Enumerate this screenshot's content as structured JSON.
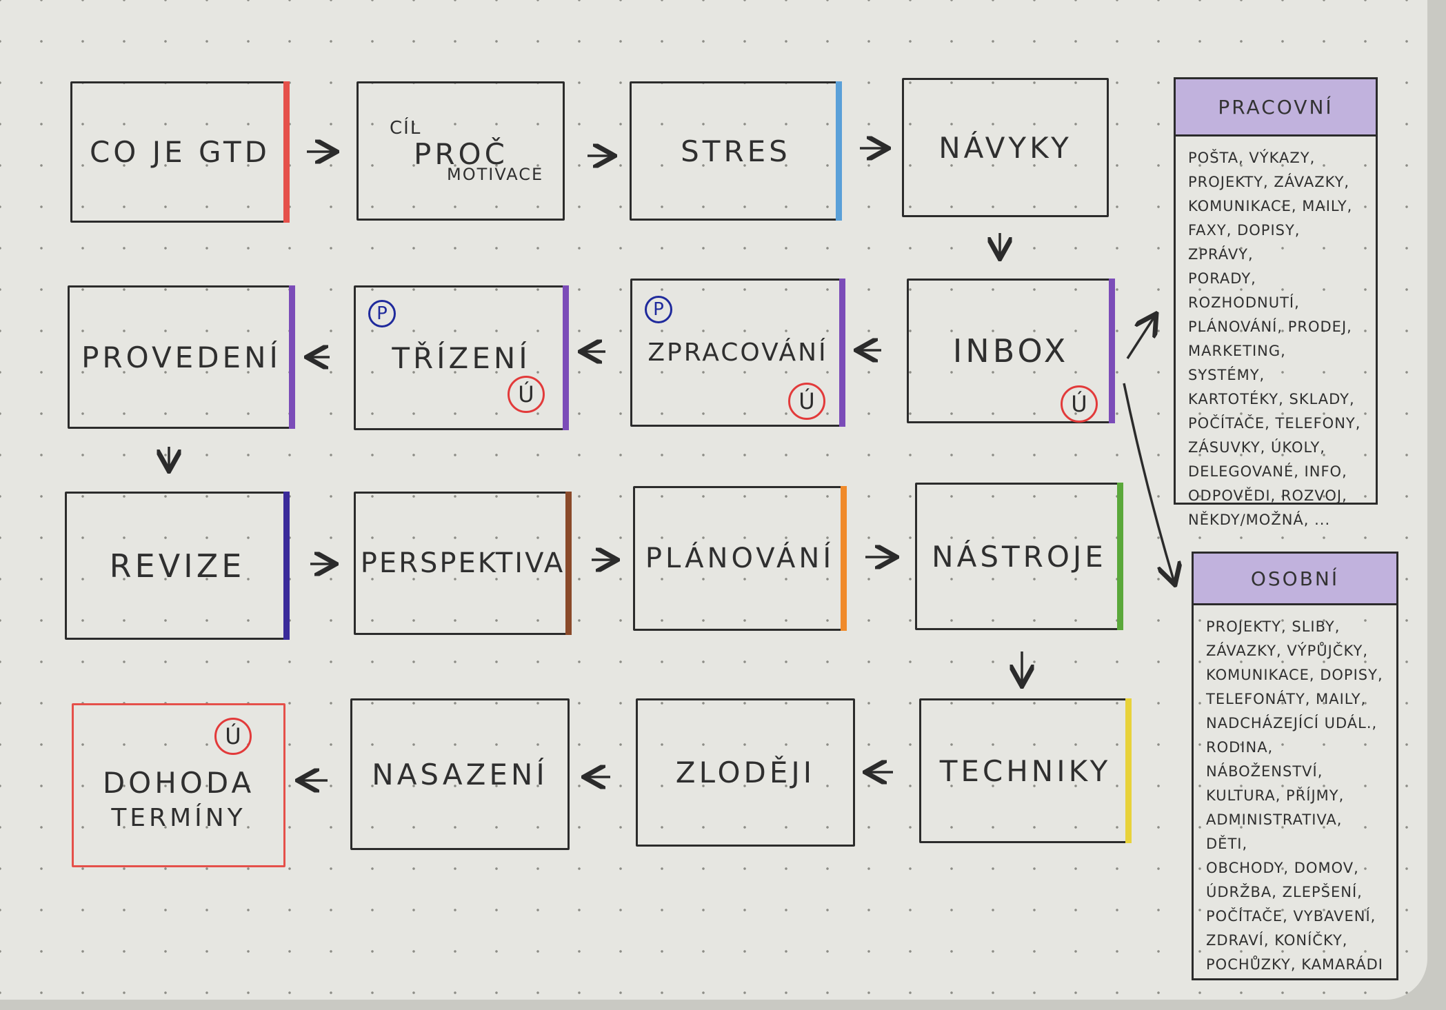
{
  "boxes": {
    "co_je_gtd": "CO JE GTD",
    "cil": "CÍL",
    "proc": "PROČ",
    "motivace": "MOTIVACE",
    "stres": "STRES",
    "navyky": "NÁVYKY",
    "inbox": "INBOX",
    "zpracovani": "ZPRACOVÁNÍ",
    "trizeni": "TŘÍZENÍ",
    "provedeni": "PROVEDENÍ",
    "revize": "REVIZE",
    "perspektiva": "PERSPEKTIVA",
    "planovani": "PLÁNOVÁNÍ",
    "nastroje": "NÁSTROJE",
    "techniky": "TECHNIKY",
    "zlodeji": "ZLODĚJI",
    "nasazeni": "NASAZENÍ",
    "dohoda": "DOHODA",
    "terminy": "TERMÍNY"
  },
  "marks": {
    "p": "P",
    "u": "Ú"
  },
  "colors": {
    "red": "#e5504a",
    "blue": "#5aa0d8",
    "purple": "#7b4cb8",
    "dark_purple": "#3a2a9a",
    "brown": "#8a4a2a",
    "orange": "#f08a2a",
    "green": "#5aa83a",
    "yellow": "#e8d23a",
    "lavender": "#c1b2dd"
  },
  "panels": {
    "pracovni": {
      "title": "PRACOVNÍ",
      "lines": [
        "POŠTA, VÝKAZY,",
        "PROJEKTY, ZÁVAZKY,",
        "KOMUNIKACE, MAILY,",
        "FAXY, DOPISY, ZPRÁVY,",
        "PORADY, ROZHODNUTÍ,",
        "PLÁNOVÁNÍ, PRODEJ,",
        "MARKETING, SYSTÉMY,",
        "KARTOTÉKY, SKLADY,",
        "POČÍTAČE, TELEFONY,",
        "ZÁSUVKY, ÚKOLY,",
        "DELEGOVANÉ, INFO,",
        "ODPOVĚDI, ROZVOJ,",
        "NĚKDY/MOŽNÁ, ..."
      ]
    },
    "osobni": {
      "title": "OSOBNÍ",
      "lines": [
        "PROJEKTY, SLIBY,",
        "ZÁVAZKY, VÝPŮJČKY,",
        "KOMUNIKACE, DOPISY,",
        "TELEFONÁTY, MAILY,",
        "NADCHÁZEJÍCÍ UDÁL.,",
        "RODINA, NÁBOŽENSTVÍ,",
        "KULTURA, PŘÍJMY,",
        "ADMINISTRATIVA, DĚTI,",
        "OBCHODY, DOMOV,",
        "ÚDRŽBA, ZLEPŠENÍ,",
        "POČÍTAČE, VYBAVENÍ,",
        "ZDRAVÍ, KONÍČKY,",
        "POCHŮZKY, KAMARÁDI"
      ]
    }
  }
}
